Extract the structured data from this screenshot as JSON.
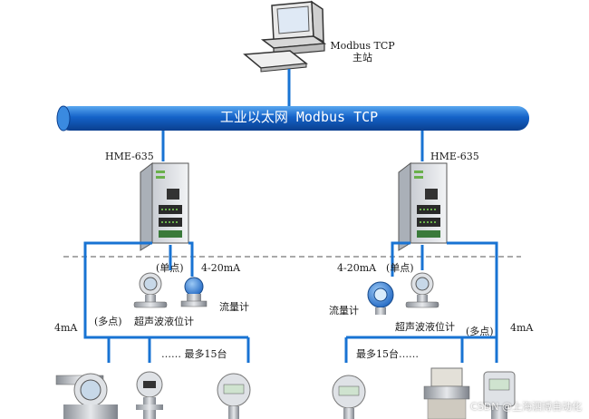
{
  "master": {
    "line1": "Modbus TCP",
    "line2": "主站"
  },
  "bus": {
    "label": "工业以太网 Modbus TCP"
  },
  "left": {
    "gateway": "HME-635",
    "signal": "4-20mA",
    "single_point": "(单点)",
    "multi_point": "(多点)",
    "flowmeter": "流量计",
    "ultrasonic": "超声波液位计",
    "current": "4mA",
    "max": "…… 最多15台"
  },
  "right": {
    "gateway": "HME-635",
    "signal": "4-20mA",
    "single_point": "(单点)",
    "multi_point": "(多点)",
    "flowmeter": "流量计",
    "ultrasonic": "超声波液位计",
    "current": "4mA",
    "max": "最多15台……"
  },
  "watermark": "CSDN @上海泗博自动化",
  "colors": {
    "wire": "#1873d3",
    "bus": "#1462c8",
    "device_blue": "#2f7fd6"
  }
}
